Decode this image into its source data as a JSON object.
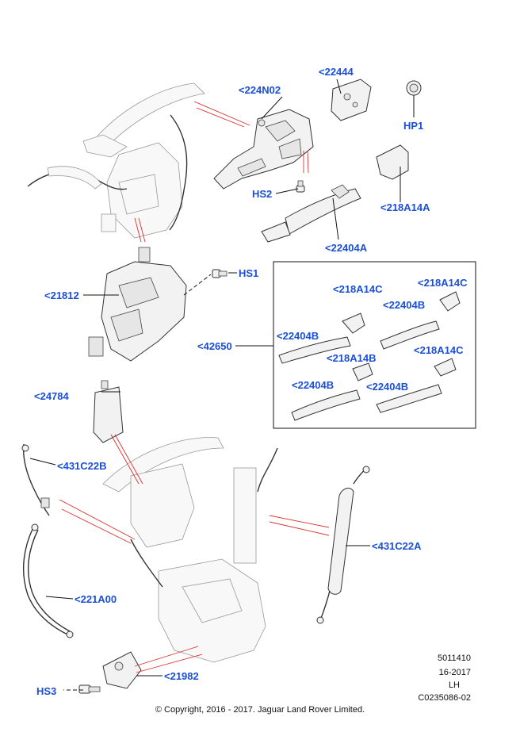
{
  "labels": {
    "p22444": "<22444",
    "p224N02": "<224N02",
    "pHP1": "HP1",
    "pHS2": "HS2",
    "p218A14A": "<218A14A",
    "p22404A": "<22404A",
    "pHS1": "HS1",
    "p21812": "<21812",
    "p42650": "<42650",
    "k218A14C_1": "<218A14C",
    "k218A14C_2": "<218A14C",
    "k22404B_1": "<22404B",
    "k22404B_2": "<22404B",
    "k218A14B": "<218A14B",
    "k218A14C_3": "<218A14C",
    "k22404B_3": "<22404B",
    "k22404B_4": "<22404B",
    "p24784": "<24784",
    "p431C22B": "<431C22B",
    "p431C22A": "<431C22A",
    "p221A00": "<221A00",
    "p21982": "<21982",
    "pHS3": "HS3"
  },
  "meta": {
    "code": "5011410",
    "version": "16-2017",
    "side": "LH",
    "ref": "C0235086-02"
  },
  "copyright": "© Copyright, 2016 - 2017. Jaguar Land Rover Limited."
}
